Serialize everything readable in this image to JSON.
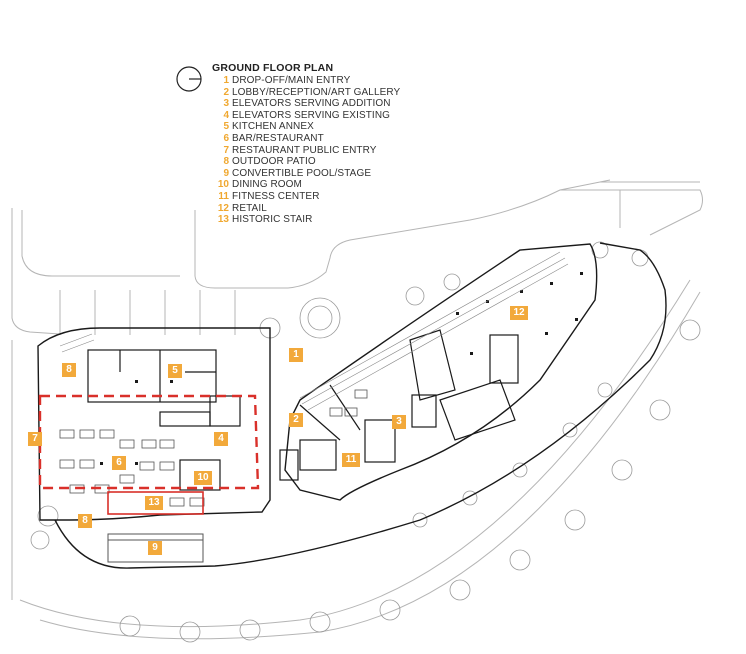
{
  "legend": {
    "title": "GROUND FLOOR PLAN",
    "items": [
      {
        "num": "1",
        "label": "DROP-OFF/MAIN ENTRY"
      },
      {
        "num": "2",
        "label": "LOBBY/RECEPTION/ART GALLERY"
      },
      {
        "num": "3",
        "label": "ELEVATORS SERVING ADDITION"
      },
      {
        "num": "4",
        "label": "ELEVATORS SERVING EXISTING"
      },
      {
        "num": "5",
        "label": "KITCHEN ANNEX"
      },
      {
        "num": "6",
        "label": "BAR/RESTAURANT"
      },
      {
        "num": "7",
        "label": "RESTAURANT PUBLIC ENTRY"
      },
      {
        "num": "8",
        "label": "OUTDOOR PATIO"
      },
      {
        "num": "9",
        "label": "CONVERTIBLE POOL/STAGE"
      },
      {
        "num": "10",
        "label": "DINING ROOM"
      },
      {
        "num": "11",
        "label": "FITNESS CENTER"
      },
      {
        "num": "12",
        "label": "RETAIL"
      },
      {
        "num": "13",
        "label": "HISTORIC STAIR"
      }
    ]
  },
  "tags": {
    "t1": "1",
    "t2": "2",
    "t3": "3",
    "t4": "4",
    "t5": "5",
    "t6": "6",
    "t7": "7",
    "t8a": "8",
    "t8b": "8",
    "t9": "9",
    "t10": "10",
    "t11": "11",
    "t12": "12",
    "t13": "13"
  },
  "colors": {
    "accent": "#f2a93b",
    "highlight": "#d9302a",
    "wall": "#1a1a1a",
    "linework": "#9a9a9a"
  },
  "icons": [
    "north-arrow-icon",
    "tree-icon"
  ]
}
